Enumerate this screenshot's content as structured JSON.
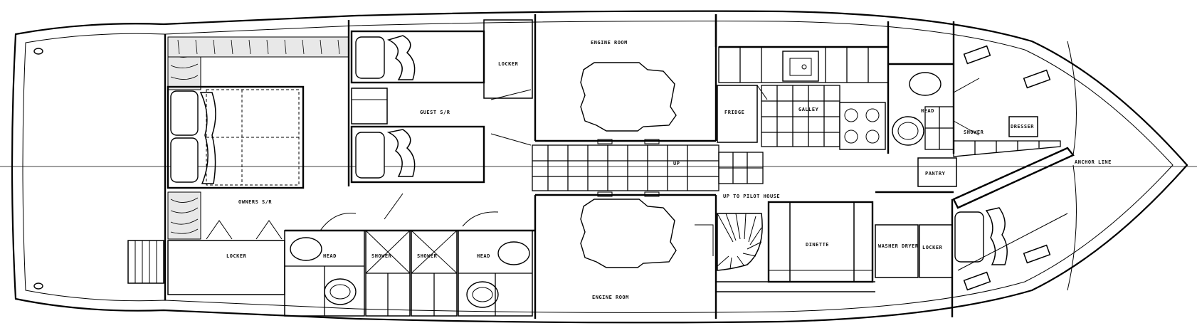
{
  "labels": {
    "owners_sr": "OWNERS S/R",
    "guest_sr": "GUEST S/R",
    "locker_aft": "LOCKER",
    "locker_guest": "LOCKER",
    "locker_fwd": "LOCKER",
    "head_port": "HEAD",
    "head_stbd": "HEAD",
    "head_fwd": "HEAD",
    "shower_1": "SHOWER",
    "shower_2": "SHOWER",
    "shower_fwd": "SHOWER",
    "engine_room_top": "ENGINE ROOM",
    "engine_room_bottom": "ENGINE ROOM",
    "galley": "GALLEY",
    "dinette": "DINETTE",
    "fridge": "FRIDGE",
    "washer_dryer": "WASHER DRYER",
    "dresser": "DRESSER",
    "up": "UP",
    "up_pilot_house": "UP TO PILOT HOUSE",
    "anchor_line": "ANCHOR LINE",
    "pantry": "PANTRY"
  }
}
